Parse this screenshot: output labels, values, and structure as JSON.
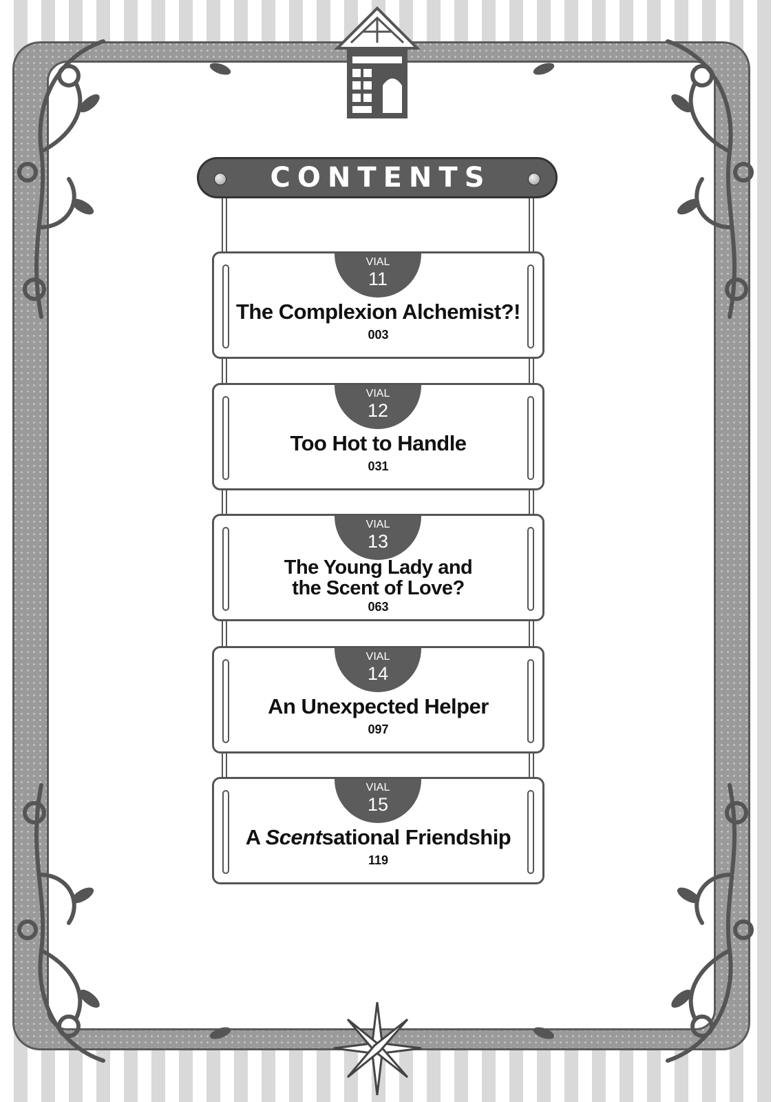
{
  "header": {
    "title": "CONTENTS"
  },
  "chapters": [
    {
      "label": "VIAL",
      "number": "11",
      "title": "The Complexion Alchemist?!",
      "page": "003"
    },
    {
      "label": "VIAL",
      "number": "12",
      "title": "Too Hot to Handle",
      "page": "031"
    },
    {
      "label": "VIAL",
      "number": "13",
      "title_line1": "The Young Lady and",
      "title_line2": "the Scent of Love?",
      "page": "063"
    },
    {
      "label": "VIAL",
      "number": "14",
      "title": "An Unexpected Helper",
      "page": "097"
    },
    {
      "label": "VIAL",
      "number": "15",
      "title_prefix": "A ",
      "title_italic": "Scent",
      "title_suffix": "sational Friendship",
      "page": "119"
    }
  ],
  "decor": {
    "top_icon": "cottage-icon",
    "bottom_icon": "compass-star-icon",
    "corner_icon": "vine-flourish-icon",
    "colors": {
      "dark": "#5c5c5c",
      "frame": "#9a9a9a",
      "stripe": "#d9d9d9"
    }
  }
}
